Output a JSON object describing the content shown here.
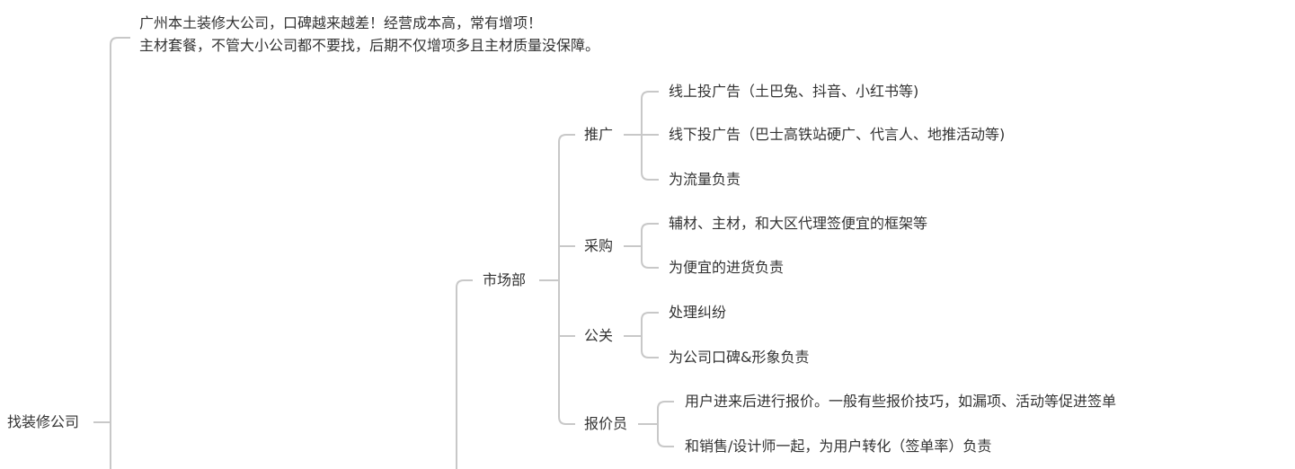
{
  "root": "找装修公司",
  "note": [
    "广州本土装修大公司，口碑越来越差！经营成本高，常有增项！",
    "主材套餐，不管大小公司都不要找，后期不仅增项多且主材质量没保障。"
  ],
  "market": {
    "label": "市场部",
    "children": [
      {
        "label": "推广",
        "items": [
          "线上投广告（土巴兔、抖音、小红书等)",
          "线下投广告（巴士高铁站硬广、代言人、地推活动等)",
          "为流量负责"
        ]
      },
      {
        "label": "采购",
        "items": [
          "辅材、主材，和大区代理签便宜的框架等",
          "为便宜的进货负责"
        ]
      },
      {
        "label": "公关",
        "items": [
          "处理纠纷",
          "为公司口碑&形象负责"
        ]
      },
      {
        "label": "报价员",
        "items": [
          "用户进来后进行报价。一般有些报价技巧，如漏项、活动等促进签单",
          "和销售/设计师一起，为用户转化（签单率）负责"
        ]
      }
    ]
  },
  "colors": {
    "line": "#c8c8c8",
    "text": "#333333"
  }
}
